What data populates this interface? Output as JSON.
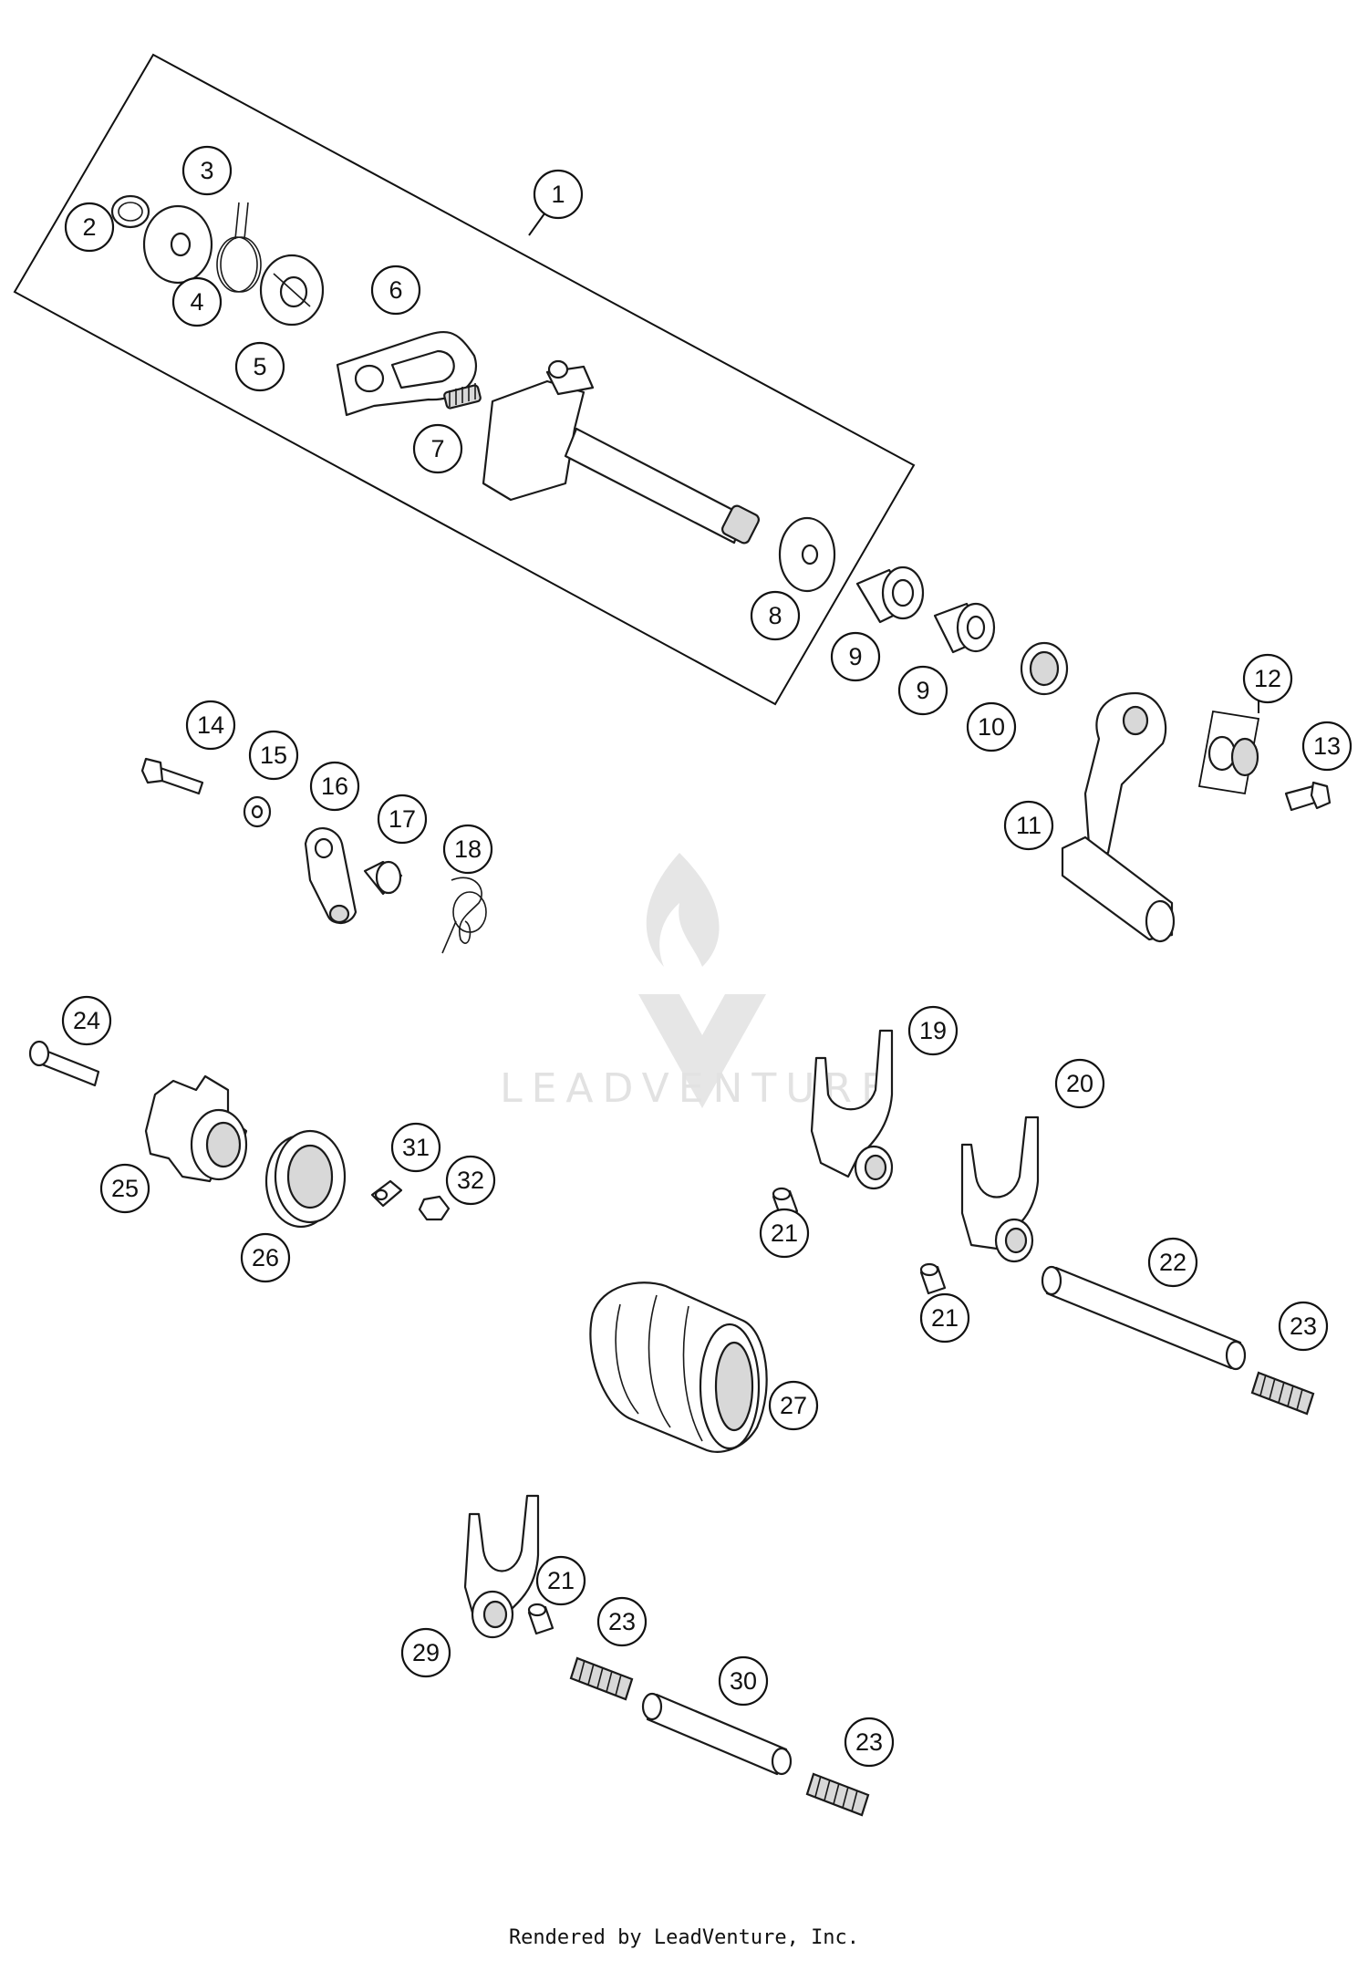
{
  "diagram": {
    "watermark_text": "LEADVENTURE",
    "footer": "Rendered by LeadVenture, Inc.",
    "callouts": [
      {
        "label": "1"
      },
      {
        "label": "2"
      },
      {
        "label": "3"
      },
      {
        "label": "4"
      },
      {
        "label": "5"
      },
      {
        "label": "6"
      },
      {
        "label": "7"
      },
      {
        "label": "8"
      },
      {
        "label": "9"
      },
      {
        "label": "9"
      },
      {
        "label": "10"
      },
      {
        "label": "11"
      },
      {
        "label": "12"
      },
      {
        "label": "13"
      },
      {
        "label": "14"
      },
      {
        "label": "15"
      },
      {
        "label": "16"
      },
      {
        "label": "17"
      },
      {
        "label": "18"
      },
      {
        "label": "19"
      },
      {
        "label": "20"
      },
      {
        "label": "21"
      },
      {
        "label": "21"
      },
      {
        "label": "21"
      },
      {
        "label": "22"
      },
      {
        "label": "23"
      },
      {
        "label": "23"
      },
      {
        "label": "23"
      },
      {
        "label": "24"
      },
      {
        "label": "25"
      },
      {
        "label": "26"
      },
      {
        "label": "27"
      },
      {
        "label": "29"
      },
      {
        "label": "30"
      },
      {
        "label": "31"
      },
      {
        "label": "32"
      }
    ]
  }
}
